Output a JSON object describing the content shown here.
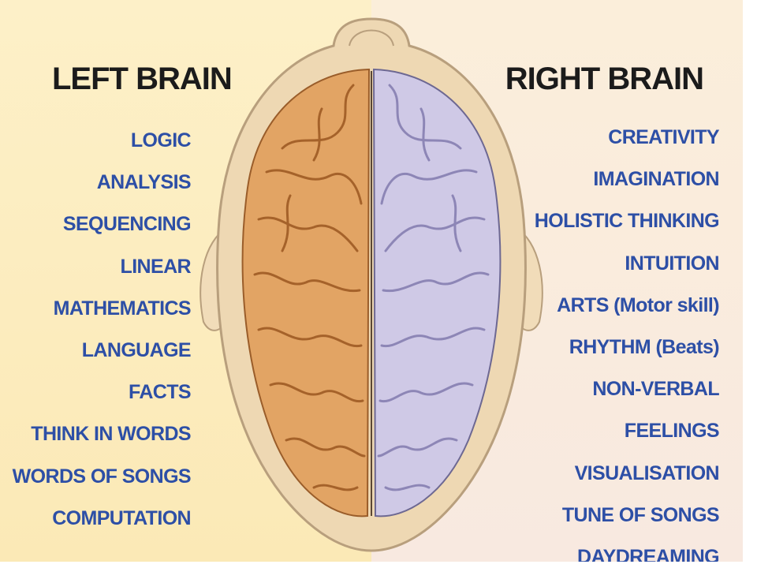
{
  "left": {
    "heading": "LEFT BRAIN",
    "items": [
      "LOGIC",
      "ANALYSIS",
      "SEQUENCING",
      "LINEAR",
      "MATHEMATICS",
      "LANGUAGE",
      "FACTS",
      "THINK IN WORDS",
      "WORDS OF SONGS",
      "COMPUTATION"
    ]
  },
  "right": {
    "heading": "RIGHT BRAIN",
    "items": [
      "CREATIVITY",
      "IMAGINATION",
      "HOLISTIC THINKING",
      "INTUITION",
      "ARTS (Motor skill)",
      "RHYTHM (Beats)",
      "NON-VERBAL",
      "FEELINGS",
      "VISUALISATION",
      "TUNE OF SONGS",
      "DAYDREAMING"
    ]
  },
  "colors": {
    "left_hemisphere": "#e2a464",
    "right_hemisphere": "#cfc9e6",
    "item_text": "#2d4fa6",
    "heading_text": "#1b1b1b"
  },
  "icons": [
    "brain-illustration"
  ]
}
